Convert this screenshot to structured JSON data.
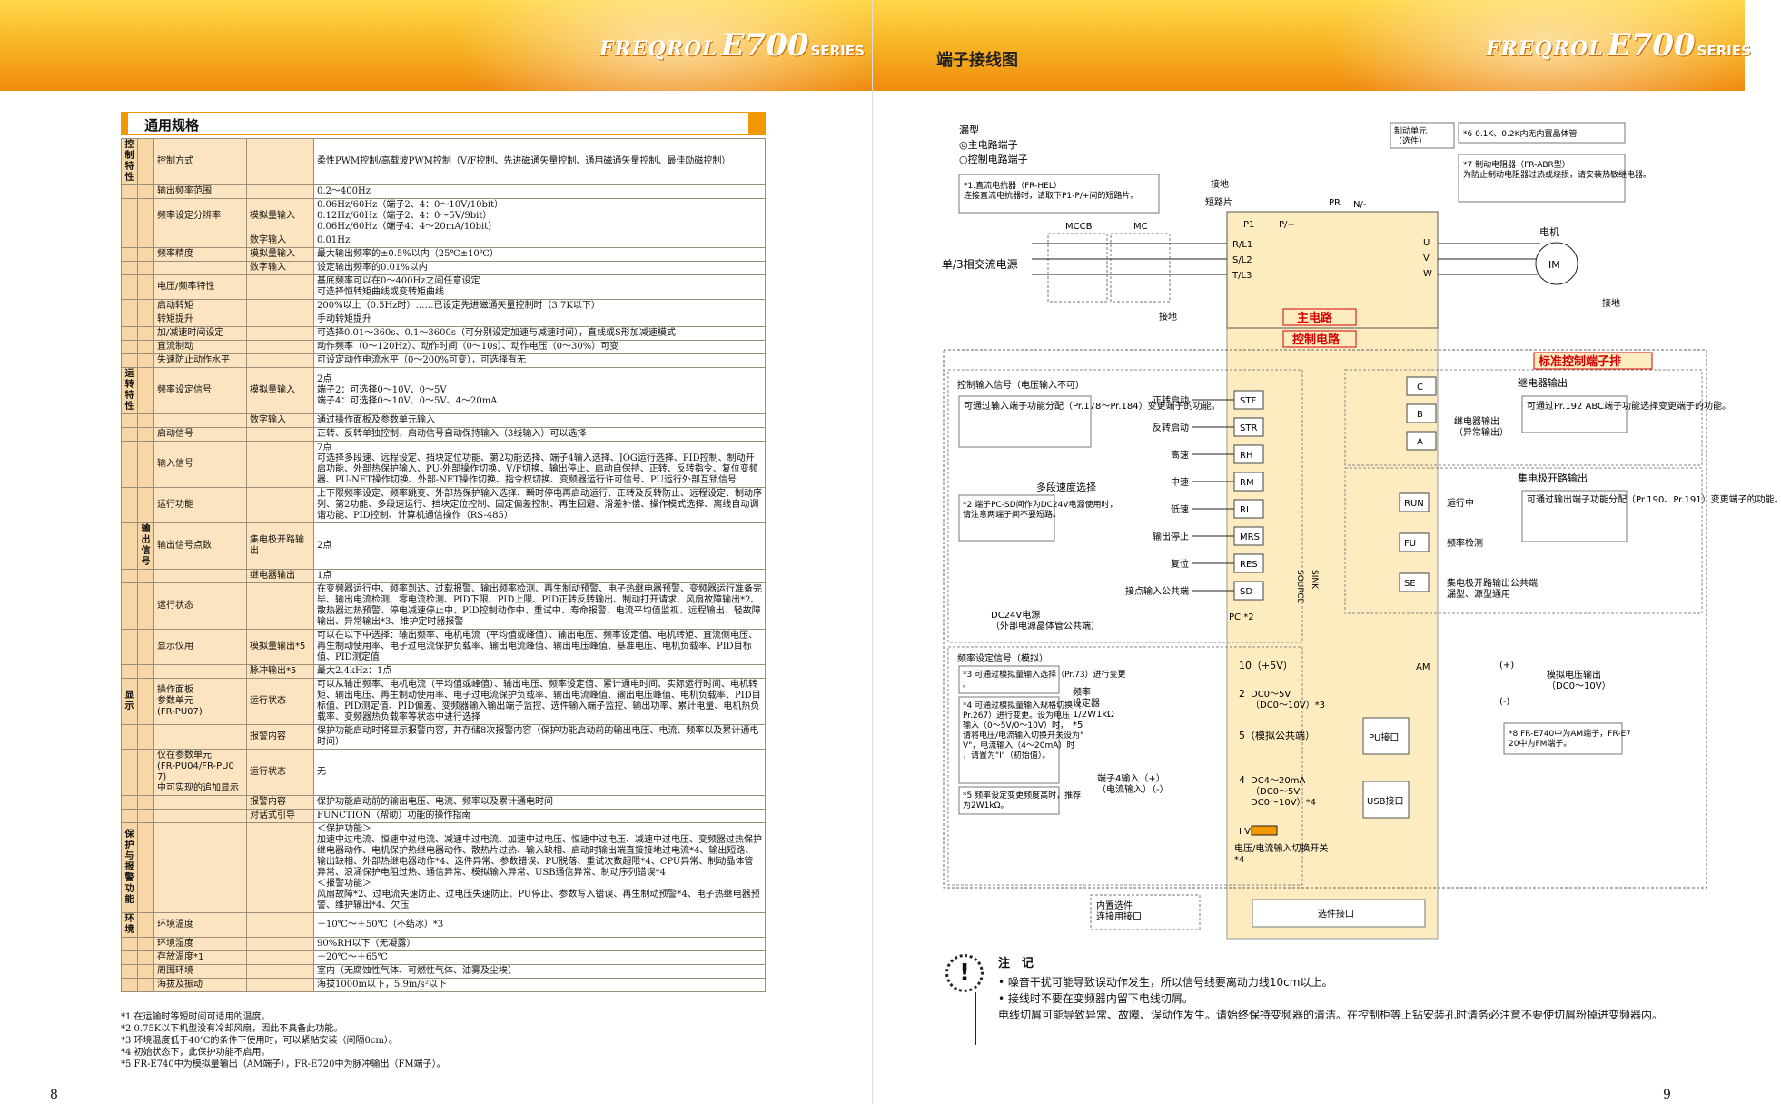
{
  "left_page": {
    "brand": {
      "freqrol": "FREQROL",
      "e700": "E700",
      "series": "SERIES"
    },
    "section_title": "通用规格",
    "rows": [
      {
        "g1": "控制特性",
        "g2": "",
        "label": "控制方式",
        "sub": "",
        "value": "柔性PWM控制/高载波PWM控制（V/F控制、先进磁通矢量控制、通用磁通矢量控制、最佳励磁控制）"
      },
      {
        "g1": "",
        "g2": "",
        "label": "输出频率范围",
        "sub": "",
        "value": "0.2～400Hz"
      },
      {
        "g1": "",
        "g2": "",
        "label": "频率设定分辨率",
        "sub": "模拟量输入",
        "value": "0.06Hz/60Hz（端子2、4：0～10V/10bit）\n0.12Hz/60Hz（端子2、4：0～5V/9bit）\n0.06Hz/60Hz（端子4：4～20mA/10bit）"
      },
      {
        "g1": "",
        "g2": "",
        "label": "",
        "sub": "数字输入",
        "value": "0.01Hz"
      },
      {
        "g1": "",
        "g2": "",
        "label": "频率精度",
        "sub": "模拟量输入",
        "value": "最大输出频率的±0.5%以内（25℃±10℃）"
      },
      {
        "g1": "",
        "g2": "",
        "label": "",
        "sub": "数字输入",
        "value": "设定输出频率的0.01%以内"
      },
      {
        "g1": "",
        "g2": "",
        "label": "电压/频率特性",
        "sub": "",
        "value": "基底频率可以在0～400Hz之间任意设定\n可选择恒转矩曲线或变转矩曲线"
      },
      {
        "g1": "",
        "g2": "",
        "label": "启动转矩",
        "sub": "",
        "value": "200%以上（0.5Hz时）……已设定先进磁通矢量控制时（3.7K以下）"
      },
      {
        "g1": "",
        "g2": "",
        "label": "转矩提升",
        "sub": "",
        "value": "手动转矩提升"
      },
      {
        "g1": "",
        "g2": "",
        "label": "加/减速时间设定",
        "sub": "",
        "value": "可选择0.01～360s、0.1～3600s（可分别设定加速与减速时间），直线或S形加减速模式"
      },
      {
        "g1": "",
        "g2": "",
        "label": "直流制动",
        "sub": "",
        "value": "动作频率（0～120Hz）、动作时间（0～10s）、动作电压（0～30%）可变"
      },
      {
        "g1": "",
        "g2": "",
        "label": "失速防止动作水平",
        "sub": "",
        "value": "可设定动作电流水平（0～200%可变），可选择有无"
      },
      {
        "g1": "运转特性",
        "g2": "",
        "label": "频率设定信号",
        "sub": "模拟量输入",
        "value": "2点\n端子2：可选择0～10V、0～5V\n端子4：可选择0～10V、0～5V、4～20mA"
      },
      {
        "g1": "",
        "g2": "",
        "label": "",
        "sub": "数字输入",
        "value": "通过操作面板及参数单元输入"
      },
      {
        "g1": "",
        "g2": "",
        "label": "启动信号",
        "sub": "",
        "value": "正转、反转单独控制，启动信号自动保持输入（3线输入）可以选择"
      },
      {
        "g1": "",
        "g2": "",
        "label": "输入信号",
        "sub": "",
        "value": "7点\n可选择多段速、远程设定、挡块定位功能、第2功能选择、端子4输入选择、JOG运行选择、PID控制、制动开启功能、外部热保护输入、PU-外部操作切换、V/F切换、输出停止、启动自保持、正转、反转指令、复位变频器、PU-NET操作切换、外部-NET操作切换、指令权切换、变频器运行许可信号、PU运行外部互锁信号"
      },
      {
        "g1": "",
        "g2": "",
        "label": "运行功能",
        "sub": "",
        "value": "上下限频率设定、频率跳变、外部热保护输入选择、瞬时停电再启动运行、正转及反转防止、远程设定、制动序列、第2功能、多段速运行、挡块定位控制、固定偏差控制、再生回避、滑差补偿、操作模式选择、离线自动调谐功能、PID控制、计算机通信操作（RS-485）"
      },
      {
        "g1": "",
        "g2": "输出信号",
        "label": "输出信号点数",
        "sub": "集电极开路输出",
        "value": "2点"
      },
      {
        "g1": "",
        "g2": "",
        "label": "",
        "sub": "继电器输出",
        "value": "1点"
      },
      {
        "g1": "",
        "g2": "",
        "label": "运行状态",
        "sub": "",
        "value": "在变频器运行中、频率到达、过载报警、输出频率检测、再生制动预警、电子热继电器预警、变频器运行准备完毕、输出电流检测、零电流检测、PID下限、PID上限、PID正转反转输出、制动打开请求、风扇故障输出*2、散热器过热预警、停电减速停止中、PID控制动作中、重试中、寿命报警、电流平均值监视、远程输出、轻故障输出、异常输出*3、维护定时器报警"
      },
      {
        "g1": "",
        "g2": "",
        "label": "显示仪用",
        "sub": "模拟量输出*5",
        "value": "可以在以下中选择：输出频率、电机电流（平均值或峰值）、输出电压、频率设定值、电机转矩、直流侧电压、再生制动使用率、电子过电流保护负载率、输出电流峰值、输出电压峰值、基准电压、电机负载率、PID目标值、PID测定值"
      },
      {
        "g1": "",
        "g2": "",
        "label": "",
        "sub": "脉冲输出*5",
        "value": "最大2.4kHz：1点"
      },
      {
        "g1": "显示",
        "g2": "",
        "label": "操作面板\n参数单元\n(FR-PU07)",
        "sub": "运行状态",
        "value": "可以从输出频率、电机电流（平均值或峰值）、输出电压、频率设定值、累计通电时间、实际运行时间、电机转矩、输出电压、再生制动使用率、电子过电流保护负载率、输出电流峰值、输出电压峰值、电机负载率、PID目标值、PID测定值、PID偏差、变频器输入输出端子监控、选件输入端子监控、输出功率、累计电量、电机热负载率、变频器热负载率等状态中进行选择"
      },
      {
        "g1": "",
        "g2": "",
        "label": "",
        "sub": "报警内容",
        "value": "保护功能启动时将显示报警内容，并存储8次报警内容（保护功能启动前的输出电压、电流、频率以及累计通电时间）"
      },
      {
        "g1": "",
        "g2": "",
        "label": "仅在参数单元\n(FR-PU04/FR-PU07)\n中可实现的追加显示",
        "sub": "运行状态",
        "value": "无"
      },
      {
        "g1": "",
        "g2": "",
        "label": "",
        "sub": "报警内容",
        "value": "保护功能启动前的输出电压、电流、频率以及累计通电时间"
      },
      {
        "g1": "",
        "g2": "",
        "label": "",
        "sub": "对话式引导",
        "value": "FUNCTION（帮助）功能的操作指南"
      },
      {
        "g1": "保护与报警功能",
        "g2": "",
        "label": "",
        "sub": "",
        "value": "＜保护功能＞\n加速中过电流、恒速中过电流、减速中过电流、加速中过电压、恒速中过电压、减速中过电压、变频器过热保护继电器动作、电机保护热继电器动作、散热片过热、输入缺相、启动时输出端直接接地过电流*4、输出短路、输出缺相、外部热继电器动作*4、选件异常、参数错误、PU脱落、重试次数超限*4、CPU异常、制动晶体管异常、浪涌保护电阻过热、通信异常、模拟输入异常、USB通信异常、制动序列错误*4\n＜报警功能＞\n风扇故障*2、过电流失速防止、过电压失速防止、PU停止、参数写入错误、再生制动预警*4、电子热继电器预警、维护输出*4、欠压"
      },
      {
        "g1": "环境",
        "g2": "",
        "label": "环境温度",
        "sub": "",
        "value": "－10℃～＋50℃（不结冰）*3"
      },
      {
        "g1": "",
        "g2": "",
        "label": "环境湿度",
        "sub": "",
        "value": "90%RH以下（无凝露）"
      },
      {
        "g1": "",
        "g2": "",
        "label": "存放温度*1",
        "sub": "",
        "value": "－20℃～＋65℃"
      },
      {
        "g1": "",
        "g2": "",
        "label": "周围环境",
        "sub": "",
        "value": "室内（无腐蚀性气体、可燃性气体、油雾及尘埃）"
      },
      {
        "g1": "",
        "g2": "",
        "label": "海拔及振动",
        "sub": "",
        "value": "海拔1000m以下，5.9m/s²以下"
      }
    ],
    "notes": [
      "*1 在运输时等短时间可适用的温度。",
      "*2 0.75K以下机型没有冷却风扇，因此不具备此功能。",
      "*3 环境温度低于40℃的条件下使用时，可以紧贴安装（间隔0cm）。",
      "*4 初始状态下，此保护功能不启用。",
      "*5 FR-E740中为模拟量输出（AM端子），FR-E720中为脉冲输出（FM端子）。"
    ],
    "page_number": "8"
  },
  "right_page": {
    "brand": {
      "freqrol": "FREQROL",
      "e700": "E700",
      "series": "SERIES"
    },
    "title": "端子接线图",
    "diagram": {
      "legend_title": "漏型",
      "legend_main": "◎主电路端子",
      "legend_ctrl": "○控制电路端子",
      "note1": "*1.直流电抗器（FR-HEL）\n连接直流电抗器时，请取下P1-P/+间的短路片。",
      "brake_unit": "制动单元\n（选件）",
      "note6": "*6 0.1K、0.2K内无内置晶体管",
      "note7": "*7 制动电阻器（FR-ABR型）\n为防止制动电阻器过热或烧损，请安装热敏继电器。",
      "ground": "接地",
      "jumper": "短路片",
      "power_supply": "单/3相交流电源",
      "mccb": "MCCB",
      "mc": "MC",
      "terminals_main": [
        "R/L1",
        "S/L2",
        "T/L3",
        "P1",
        "P/+",
        "PR",
        "N/-",
        "U",
        "V",
        "W"
      ],
      "motor_label": "电机",
      "motor": "IM",
      "main_circuit": "主电路",
      "control_circuit": "控制电路",
      "std_terminal": "标准控制端子排",
      "ctrl_input_title": "控制输入信号（电压输入不可）",
      "ctrl_input_note": "可通过输入端子功能分配（Pr.178～Pr.184）变更端子的功能。",
      "inputs": [
        {
          "name": "正转启动",
          "term": "STF"
        },
        {
          "name": "反转启动",
          "term": "STR"
        },
        {
          "name": "高速",
          "term": "RH"
        },
        {
          "name": "中速",
          "term": "RM"
        },
        {
          "name": "低速",
          "term": "RL"
        },
        {
          "name": "输出停止",
          "term": "MRS"
        },
        {
          "name": "复位",
          "term": "RES"
        },
        {
          "name": "接点输入公共端",
          "term": "SD"
        }
      ],
      "multi_speed": "多段速度选择",
      "source": "SOURCE",
      "sink": "SINK",
      "note2": "*2 端子PC-SD间作为DC24V电源使用时，请注意两端子间不要短路。",
      "pc_term": "PC *2",
      "dc24": "DC24V电源\n（外部电源晶体管公共端）",
      "relay_title": "继电器输出",
      "relay_terms": [
        "C",
        "B",
        "A"
      ],
      "relay_label": "继电器输出\n（异常输出）",
      "relay_note": "可通过Pr.192 ABC端子功能选择变更端子的功能。",
      "oc_title": "集电极开路输出",
      "oc_terms": [
        {
          "term": "RUN",
          "name": "运行中"
        },
        {
          "term": "FU",
          "name": "频率检测"
        },
        {
          "term": "SE",
          "name": "集电极开路输出公共端\n漏型、源型通用"
        }
      ],
      "oc_note": "可通过输出端子功能分配（Pr.190、Pr.191）变更端子的功能。",
      "freq_title": "频率设定信号（模拟）",
      "note3": "*3 可通过模拟量输入选择（Pr.73）进行变更。",
      "note4": "*4 可通过模拟量输入规格切换（Pr.267）进行变更。设为电压输入（0～5V/0～10V）时，请将电压/电流输入切换开关设为\"V\"，电流输入（4～20mA）时，请置为\"I\"（初始值）。",
      "note5": "*5 频率设定变更频度高时，推荐为2W1kΩ。",
      "pot": "频率\n设定器\n1/2W1kΩ\n*5",
      "t10": "10（+5V）",
      "t2": "2",
      "t2_range": "DC0～5V\n（DC0～10V）*3",
      "t5": "5（模拟公共端）",
      "t4": "4",
      "t4_range": "DC4～20mA\n（DC0～5V\nDC0～10V）*4",
      "t4_label": "端子4输入（+）\n（电流输入）（-）",
      "switch": "电压/电流输入切换开关 *4",
      "iv": "I    V",
      "am_term": "AM",
      "am_label": "模拟电压输出\n（DC0～10V）",
      "note8": "*8 FR-E740中为AM端子，FR-E720中为FM端子。",
      "pu": "PU接口",
      "usb": "USB接口",
      "option": "内置选件\n连接用接口",
      "option_conn": "选件接口",
      "plus": "(+)",
      "minus": "(-)"
    },
    "caution_title": "注　记",
    "caution_items": [
      "• 噪音干扰可能导致误动作发生，所以信号线要离动力线10cm以上。",
      "• 接线时不要在变频器内留下电线切屑。",
      "电线切屑可能导致异常、故障、误动作发生。请始终保持变频器的清洁。在控制柜等上钻安装孔时请务必注意不要使切屑粉掉进变频器内。"
    ],
    "page_number": "9"
  },
  "colors": {
    "accent": "#f39800",
    "cat_bg": "#f7d7a8",
    "label_bg": "#fde4c0",
    "diagram_bg": "#fdecc0",
    "red": "#d40000"
  }
}
